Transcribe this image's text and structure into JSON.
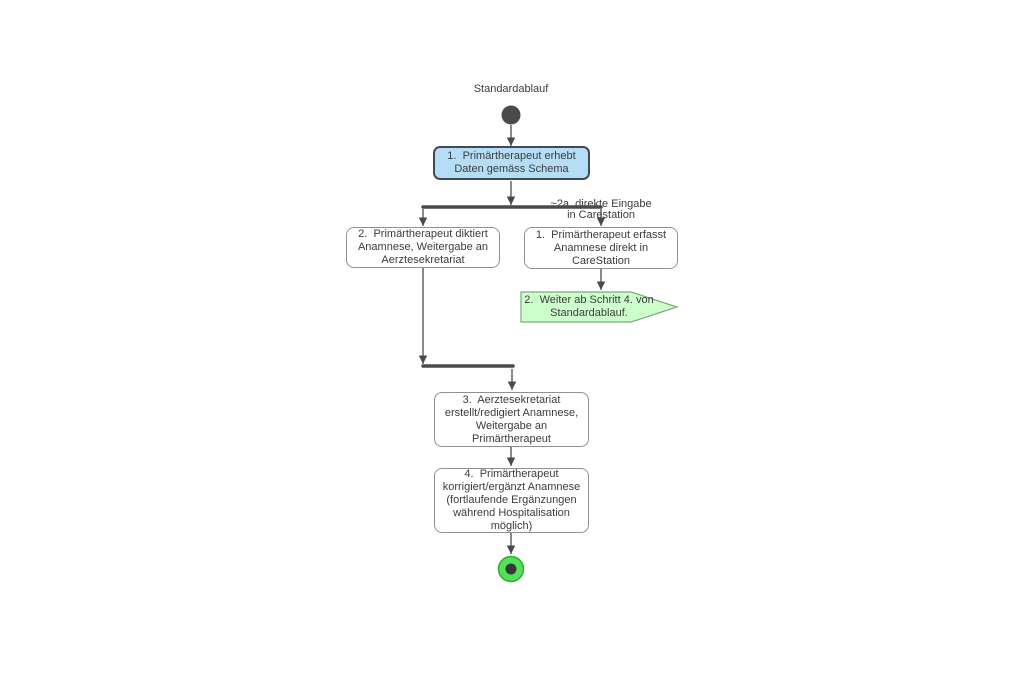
{
  "title": "Standardablauf",
  "nodes": {
    "step1": "1.  Primärtherapeut erhebt\nDaten gemäss Schema",
    "step2_dictate": "2.  Primärtherapeut diktiert\nAnamnese, Weitergabe an\nAerztesekretariat",
    "alt1_carestation": "1.  Primärtherapeut erfasst\nAnamnese direkt in\nCareStation",
    "alt2_continue": "2.  Weiter ab Schritt 4. von\nStandardablauf.",
    "step3": "3.  Aerztesekretariat\nerstellt/redigiert Anamnese,\nWeitergabe an\nPrimärtherapeut",
    "step4": "4.  Primärtherapeut\nkorrigiert/ergänzt Anamnese\n(fortlaufende Ergänzungen\nwährend Hospitalisation\nmöglich)"
  },
  "edge_labels": {
    "alt_branch": "~2a. direkte Eingabe\nin Carestation"
  },
  "colors": {
    "highlight_node_fill": "#b5ddf5",
    "highlight_node_border": "#3f4a54",
    "node_fill": "#ffffff",
    "node_border": "#909090",
    "signal_fill": "#ccffcc",
    "signal_border": "#7da87d",
    "start_node": "#4a4a4a",
    "final_node_fill": "#55e05a",
    "final_node_border": "#2fae35",
    "final_node_inner": "#383838",
    "line": "#4a4a4a",
    "text": "#3c3c3c"
  }
}
